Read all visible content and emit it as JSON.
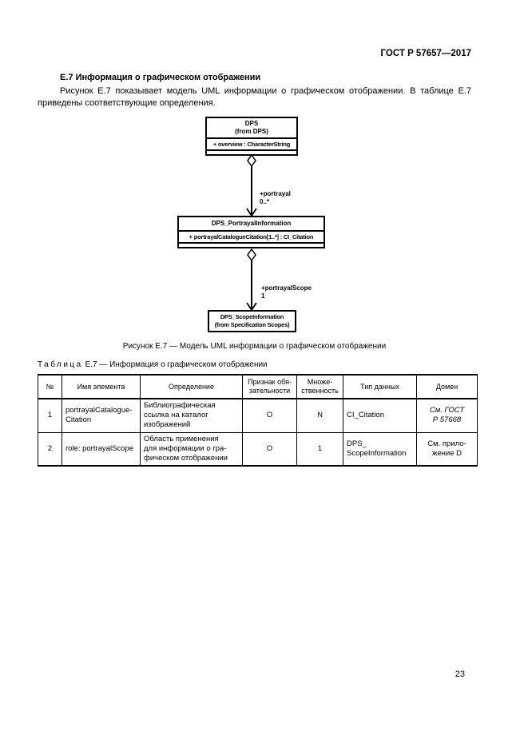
{
  "doc": {
    "header": "ГОСТ Р 57657—2017",
    "page_number": "23"
  },
  "section": {
    "heading": "Е.7 Информация о графическом отображении",
    "paragraph": "Рисунок Е.7 показывает модель UML информации о графическом отображении. В таблице Е.7 приведены соответствующие определения."
  },
  "diagram": {
    "box1": {
      "name": "DPS",
      "from": "(from DPS)",
      "attribute": "+ overview : CharacterString"
    },
    "assoc1": {
      "role": "+portrayal",
      "multiplicity": "0..*"
    },
    "box2": {
      "name": "DPS_PortrayalInformation",
      "attribute": "+ portrayalCatalogueCitation[1..*] : CI_Citation"
    },
    "assoc2": {
      "role": "+portrayalScope",
      "multiplicity": "1"
    },
    "box3": {
      "name": "DPS_ScopeInformation",
      "from": "(from Specification Scopes)"
    }
  },
  "figure": {
    "caption": "Рисунок Е.7 — Модель UML информации о графическом отображении"
  },
  "table": {
    "caption_label": "Таблица",
    "caption_text": "Е.7 — Информация о графическом отображении",
    "headers": {
      "num": "№",
      "name": "Имя элемента",
      "definition": "Определение",
      "obligation": "Признак обя-\nзательности",
      "multiplicity": "Множе-\nственность",
      "datatype": "Тип данных",
      "domain": "Домен"
    },
    "rows": [
      {
        "num": "1",
        "name": "portrayalCatalogue-\nCitation",
        "definition": "Библиографическая\nссылка на каталог\nизображений",
        "obligation": "О",
        "multiplicity": "N",
        "datatype": "CI_Citation",
        "domain": "См. ГОСТ\nР 57668"
      },
      {
        "num": "2",
        "name": "role: portrayalScope",
        "definition": "Область применения\nдля информации о гра-\nфическом отображении",
        "obligation": "О",
        "multiplicity": "1",
        "datatype": "DPS_\nScopeInformation",
        "domain": "См. прило-\nжение D"
      }
    ]
  }
}
